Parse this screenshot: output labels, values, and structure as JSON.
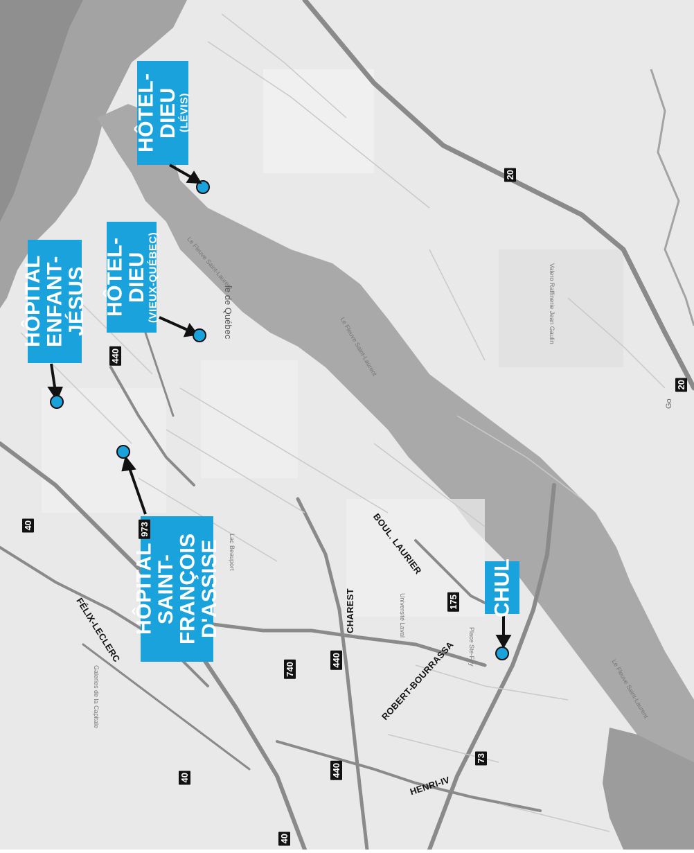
{
  "colors": {
    "water": "#9a9a9a",
    "land": "#e6e6e6",
    "accent": "#1aa2dd",
    "shield": "#111111"
  },
  "hospitals": [
    {
      "id": "hotel-dieu-levis",
      "line1": "HÔTEL-DIEU",
      "line2": "(LÉVIS)"
    },
    {
      "id": "enfant-jesus",
      "line1": "HÔPITAL",
      "line2": "ENFANT-JÉSUS"
    },
    {
      "id": "hotel-dieu-quebec",
      "line1": "HÔTEL-DIEU",
      "line2": "(VIEUX-QUÉBEC)"
    },
    {
      "id": "saint-francois",
      "line1": "HÔPITAL",
      "line2": "SAINT-FRANÇOIS",
      "line3": "D'ASSISE"
    },
    {
      "id": "chul",
      "line1": "CHUL"
    }
  ],
  "highways": [
    "20",
    "20",
    "440",
    "40",
    "973",
    "740",
    "440",
    "175",
    "73",
    "440",
    "40",
    "40"
  ],
  "roads": {
    "felix": "FÉLIX-LECLERC",
    "charest": "CHAREST",
    "laurier": "BOUL. LAURIER",
    "robert": "ROBERT-BOURRASSA",
    "henri": "HENRI-IV"
  },
  "map_text": {
    "vieux_quebec": "le de Québec",
    "go": "Go",
    "universite": "Université Laval",
    "place_ste_foy": "Place Ste-Foy",
    "galeries": "Galeries de la Capitale",
    "lac_beauport": "Lac Beauport",
    "valero": "Valero Raffinerie Jean Gaulin",
    "fleuve1": "Le Fleuve Saint-Laurent",
    "fleuve2": "Le Fleuve Saint-Laurent",
    "fleuve3": "Le Fleuve Saint-Laurent"
  }
}
